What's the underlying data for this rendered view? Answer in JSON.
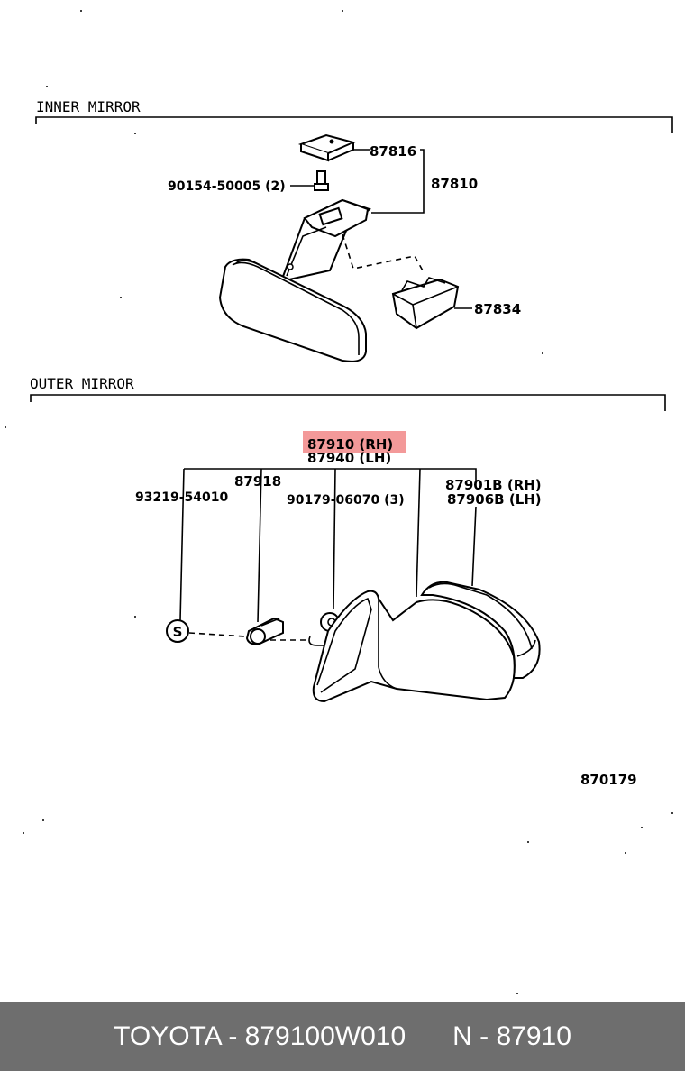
{
  "sections": {
    "inner_title": "INNER MIRROR",
    "outer_title": "OUTER MIRROR"
  },
  "inner": {
    "p87816": "87816",
    "p87810": "87810",
    "p90154": "90154-50005 (2)",
    "p87834": "87834"
  },
  "outer": {
    "rh_main": "87910 (RH)",
    "lh_main": "87940 (LH)",
    "p87918": "87918",
    "p93219": "93219-54010",
    "p90179": "90179-06070 (3)",
    "p87901b": "87901B (RH)",
    "p87906b": "87906B (LH)",
    "screw_symbol": "S"
  },
  "diagram_ref": "870179",
  "highlight_color": "#f08080",
  "footer": {
    "part_info": "TOYOTA - 879100W010",
    "ref_info": "N - 87910"
  }
}
